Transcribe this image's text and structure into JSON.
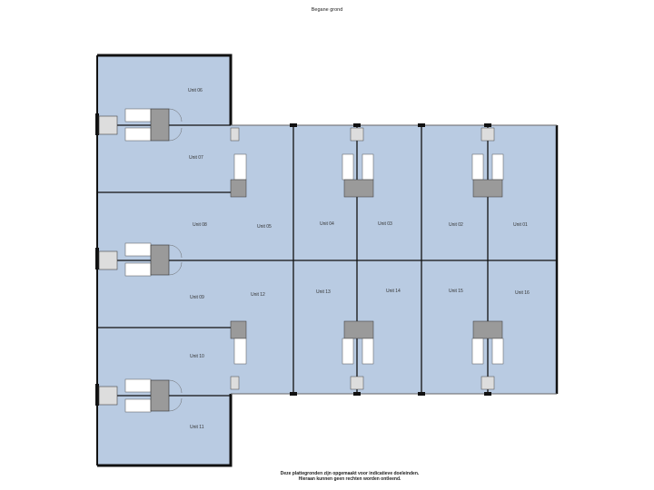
{
  "title": "Begane grond",
  "disclaimer": {
    "line1": "Deze plattegronden zijn opgemaakt voor indicatieve doeleinden.",
    "line2": "Hieraan kunnen geen rechten worden ontleend."
  },
  "units": [
    {
      "id": "06",
      "label": "Unit 06"
    },
    {
      "id": "07",
      "label": "Unit 07"
    },
    {
      "id": "08",
      "label": "Unit 08"
    },
    {
      "id": "09",
      "label": "Unit 09"
    },
    {
      "id": "10",
      "label": "Unit 10"
    },
    {
      "id": "11",
      "label": "Unit 11"
    },
    {
      "id": "05",
      "label": "Unit 05"
    },
    {
      "id": "04",
      "label": "Unit 04"
    },
    {
      "id": "03",
      "label": "Unit 03"
    },
    {
      "id": "02",
      "label": "Unit 02"
    },
    {
      "id": "01",
      "label": "Unit 01"
    },
    {
      "id": "12",
      "label": "Unit 12"
    },
    {
      "id": "13",
      "label": "Unit 13"
    },
    {
      "id": "14",
      "label": "Unit 14"
    },
    {
      "id": "15",
      "label": "Unit 15"
    },
    {
      "id": "16",
      "label": "Unit 16"
    }
  ],
  "colors": {
    "floor": "#b9cbe2",
    "wall": "#111111",
    "stair": "#ffffff",
    "core": "#9a9a9a"
  }
}
